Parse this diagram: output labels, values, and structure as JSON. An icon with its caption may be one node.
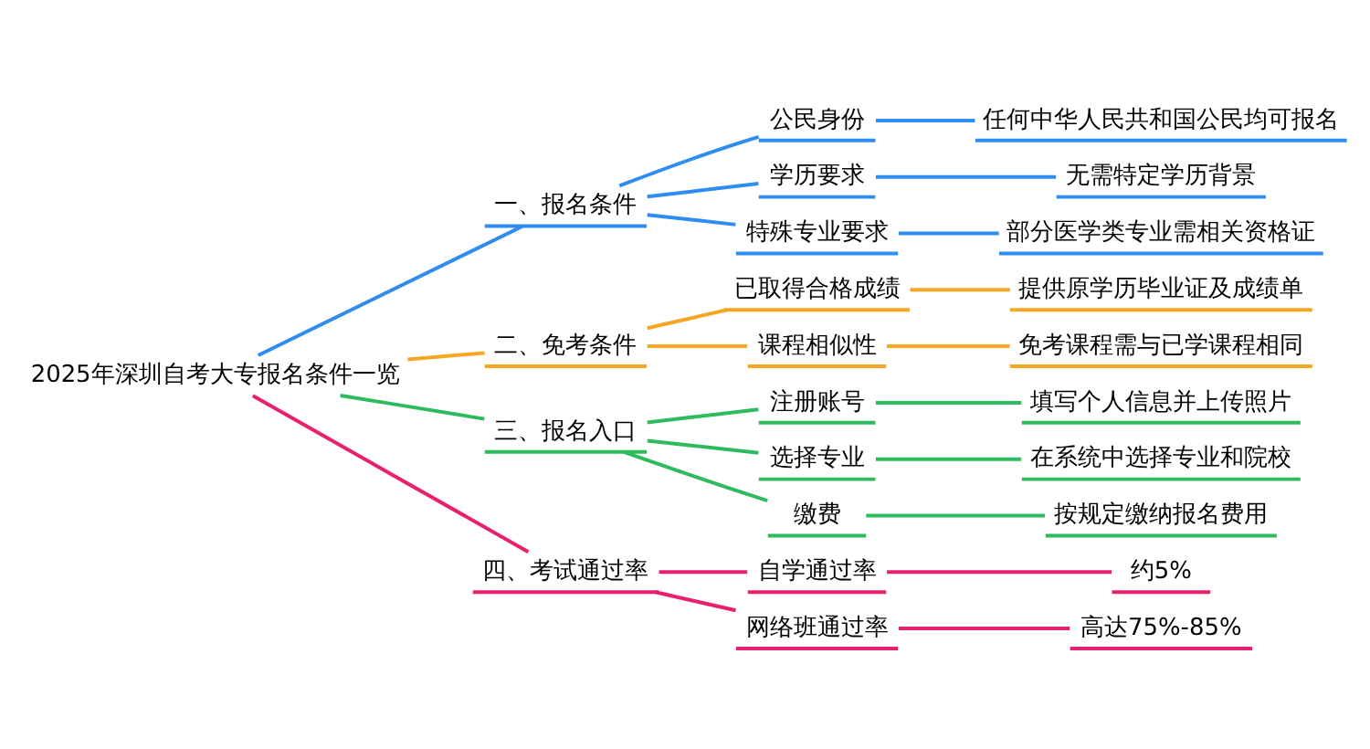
{
  "diagram": {
    "nodes": [
      {
        "text": [
          "2025年深圳自考大专报名条件一览"
        ]
      },
      {
        "text": [
          "一、报名条件"
        ]
      },
      {
        "text": [
          "公民身份"
        ]
      },
      {
        "text": [
          "任何中华人民共和国公民均可报名"
        ]
      },
      {
        "text": [
          "学历要求"
        ]
      },
      {
        "text": [
          "无需特定学历背景"
        ]
      },
      {
        "text": [
          "特殊专业要求"
        ]
      },
      {
        "text": [
          "部分医学类专业需相关资格证"
        ]
      },
      {
        "text": [
          "二、免考条件"
        ]
      },
      {
        "text": [
          "已取得合格成绩"
        ]
      },
      {
        "text": [
          "提供原学历毕业证及成绩单"
        ]
      },
      {
        "text": [
          "课程相似性"
        ]
      },
      {
        "text": [
          "免考课程需与已学课程相同"
        ]
      },
      {
        "text": [
          "三、报名入口"
        ]
      },
      {
        "text": [
          "注册账号"
        ]
      },
      {
        "text": [
          "填写个人信息并上传照片"
        ]
      },
      {
        "text": [
          "选择专业"
        ]
      },
      {
        "text": [
          "在系统中选择专业和院校"
        ]
      },
      {
        "text": [
          "缴费"
        ]
      },
      {
        "text": [
          "按规定缴纳报名费用"
        ]
      },
      {
        "text": [
          "四、考试通过率"
        ]
      },
      {
        "text": [
          "自学通过率"
        ]
      },
      {
        "text": [
          "约5%"
        ]
      },
      {
        "text": [
          "网络班通过率"
        ]
      },
      {
        "text": [
          "高达75%-85%"
        ]
      }
    ],
    "edges": [
      {
        "from": 0,
        "to": 1,
        "arrow": "none",
        "color": "#2f8cf0"
      },
      {
        "from": 1,
        "to": 2,
        "arrow": "none",
        "color": "#2f8cf0"
      },
      {
        "from": 2,
        "to": 3,
        "arrow": "none",
        "color": "#2f8cf0"
      },
      {
        "from": 1,
        "to": 4,
        "arrow": "none",
        "color": "#2f8cf0"
      },
      {
        "from": 4,
        "to": 5,
        "arrow": "none",
        "color": "#2f8cf0"
      },
      {
        "from": 1,
        "to": 6,
        "arrow": "none",
        "color": "#2f8cf0"
      },
      {
        "from": 6,
        "to": 7,
        "arrow": "none",
        "color": "#2f8cf0"
      },
      {
        "from": 0,
        "to": 8,
        "arrow": "none",
        "color": "#f5a623"
      },
      {
        "from": 8,
        "to": 9,
        "arrow": "none",
        "color": "#f5a623"
      },
      {
        "from": 9,
        "to": 10,
        "arrow": "none",
        "color": "#f5a623"
      },
      {
        "from": 8,
        "to": 11,
        "arrow": "none",
        "color": "#f5a623"
      },
      {
        "from": 11,
        "to": 12,
        "arrow": "none",
        "color": "#f5a623"
      },
      {
        "from": 0,
        "to": 13,
        "arrow": "none",
        "color": "#2dbb5d"
      },
      {
        "from": 13,
        "to": 14,
        "arrow": "none",
        "color": "#2dbb5d"
      },
      {
        "from": 14,
        "to": 15,
        "arrow": "none",
        "color": "#2dbb5d"
      },
      {
        "from": 13,
        "to": 16,
        "arrow": "none",
        "color": "#2dbb5d"
      },
      {
        "from": 16,
        "to": 17,
        "arrow": "none",
        "color": "#2dbb5d"
      },
      {
        "from": 13,
        "to": 18,
        "arrow": "none",
        "color": "#2dbb5d"
      },
      {
        "from": 18,
        "to": 19,
        "arrow": "none",
        "color": "#2dbb5d"
      },
      {
        "from": 0,
        "to": 20,
        "arrow": "none",
        "color": "#e8206e"
      },
      {
        "from": 20,
        "to": 21,
        "arrow": "none",
        "color": "#e8206e"
      },
      {
        "from": 21,
        "to": 22,
        "arrow": "none",
        "color": "#e8206e"
      },
      {
        "from": 20,
        "to": 23,
        "arrow": "none",
        "color": "#e8206e"
      },
      {
        "from": 23,
        "to": 24,
        "arrow": "none",
        "color": "#e8206e"
      }
    ]
  }
}
